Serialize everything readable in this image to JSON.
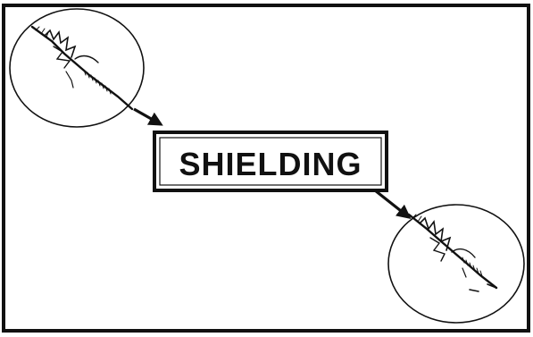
{
  "diagram": {
    "center_label": "SHIELDING",
    "nodes": [
      {
        "id": "source-circle",
        "icon": "fracture-line-icon"
      },
      {
        "id": "shielding-box",
        "label_ref": "center_label"
      },
      {
        "id": "target-circle",
        "icon": "fracture-line-icon"
      }
    ],
    "connections": [
      {
        "from": "source-circle",
        "to": "shielding-box",
        "type": "arrow"
      },
      {
        "from": "shielding-box",
        "to": "target-circle",
        "type": "arrow"
      }
    ],
    "colors": {
      "ink": "#111111",
      "background": "#ffffff"
    }
  }
}
